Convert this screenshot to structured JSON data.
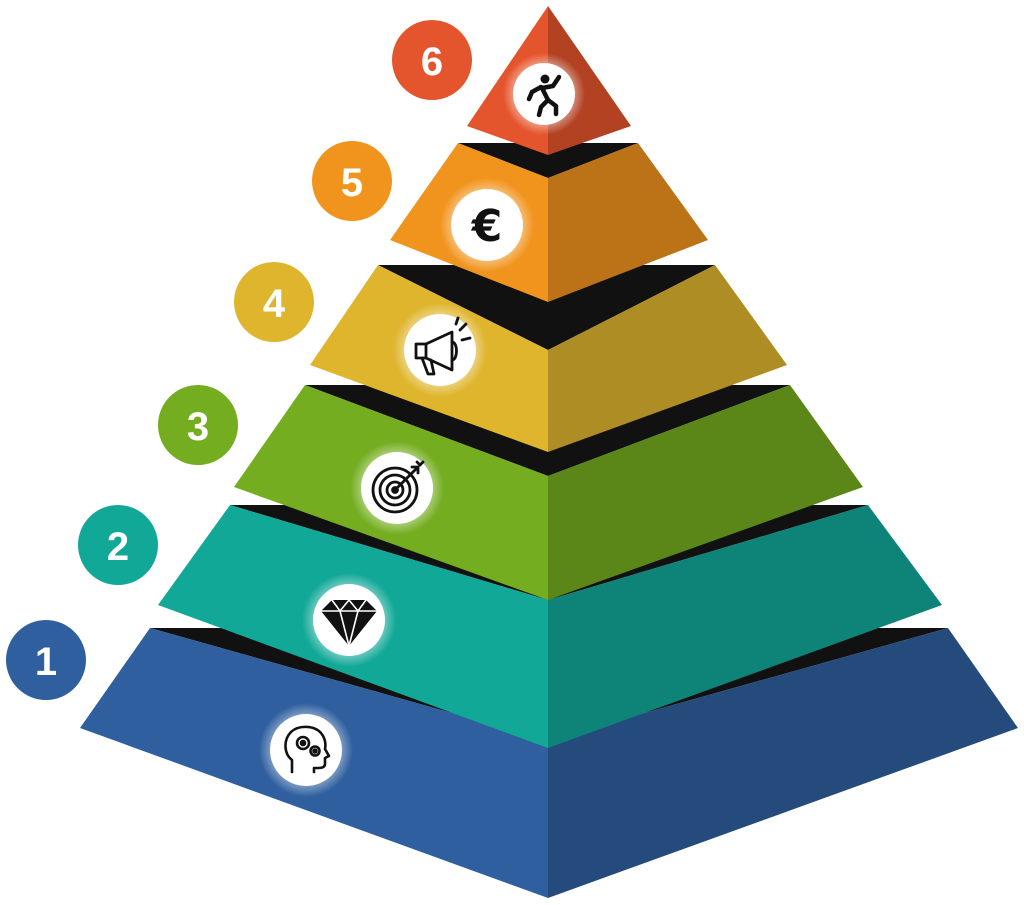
{
  "levels": [
    {
      "number": "1",
      "icon": "head-gears-icon",
      "color": "#2f5f9f"
    },
    {
      "number": "2",
      "icon": "diamond-icon",
      "color": "#12a898"
    },
    {
      "number": "3",
      "icon": "target-icon",
      "color": "#74ad1f"
    },
    {
      "number": "4",
      "icon": "megaphone-icon",
      "color": "#dfb52e"
    },
    {
      "number": "5",
      "icon": "euro-icon",
      "color": "#f1941d"
    },
    {
      "number": "6",
      "icon": "running-person-icon",
      "color": "#e5552d"
    }
  ]
}
